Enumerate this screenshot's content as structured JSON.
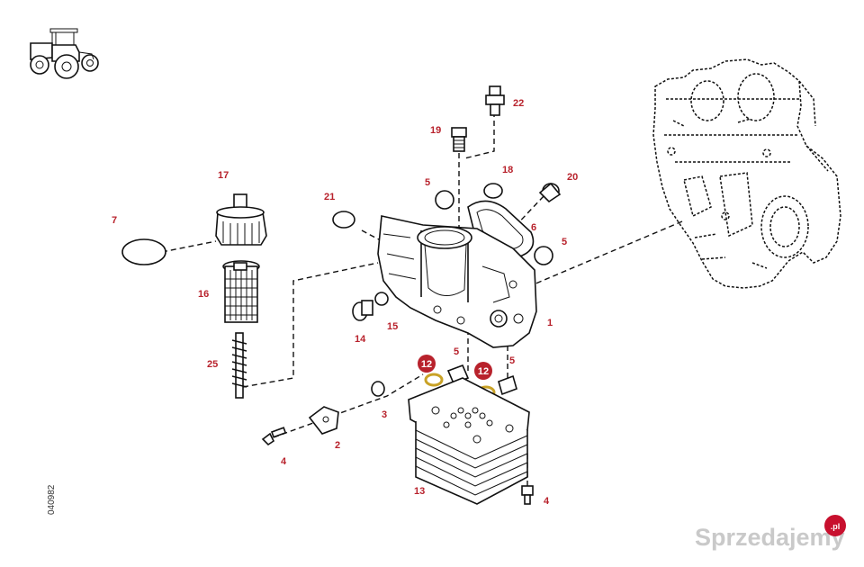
{
  "figure_code": "040982",
  "watermark": {
    "text": "Sprzedajemy",
    "badge": ".pl"
  },
  "colors": {
    "callout": "#b8222c",
    "highlight_ring": "#c9a227",
    "watermark": "#c9c9c9",
    "badge": "#c8102e"
  },
  "icons": [
    "tractor-icon"
  ],
  "callouts": {
    "c22": "22",
    "c19": "19",
    "c18": "18",
    "c20": "20",
    "c17": "17",
    "c21": "21",
    "c5a": "5",
    "c6": "6",
    "c5b": "5",
    "c7": "7",
    "c16": "16",
    "c14": "14",
    "c15": "15",
    "c1": "1",
    "c25": "25",
    "c12a": "12",
    "c5c": "5",
    "c12b": "12",
    "c5d": "5",
    "c3": "3",
    "c4a": "4",
    "c2": "2",
    "c13": "13",
    "c4b": "4"
  }
}
